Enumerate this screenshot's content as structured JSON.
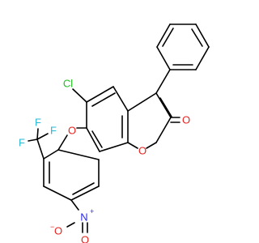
{
  "molecule": {
    "atoms": {
      "chlorine": "Cl",
      "ether_oxygen": "O",
      "ring_oxygen": "O",
      "carbonyl_oxygen": "O",
      "fluorine_top_left": "F",
      "fluorine_top_right": "F",
      "fluorine_left": "F",
      "nitro_nitrogen": "N",
      "nitro_nitrogen_charge": "+",
      "nitro_oxygen_left": "O",
      "nitro_oxygen_left_charge": "−",
      "nitro_oxygen_right": "O"
    },
    "colors": {
      "bond": "#000000",
      "chlorine": "#1FBF1F",
      "oxygen": "#E8231E",
      "fluorine": "#29B7D6",
      "nitrogen": "#2B2BE6"
    }
  }
}
